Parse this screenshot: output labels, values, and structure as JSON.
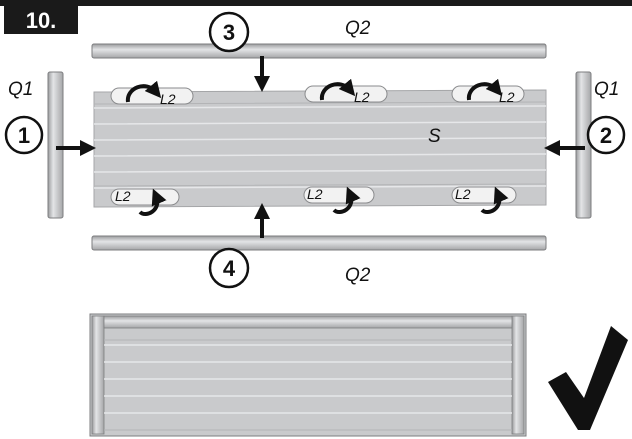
{
  "step": {
    "label": "10."
  },
  "labels": {
    "q1_left": "Q1",
    "q1_right": "Q1",
    "q2_top": "Q2",
    "q2_bottom": "Q2",
    "s": "S",
    "l2": "L2"
  },
  "markers": {
    "m1": "1",
    "m2": "2",
    "m3": "3",
    "m4": "4"
  },
  "colors": {
    "panel": "#c9cacc",
    "panel_line": "#e6e7e9",
    "profile": "#d2d3d5",
    "ink": "#111111",
    "header": "#1a1a1a"
  },
  "icons": {
    "result": "checkmark-icon",
    "clip": "rotate-arrow-icon",
    "push": "arrow-icon"
  }
}
